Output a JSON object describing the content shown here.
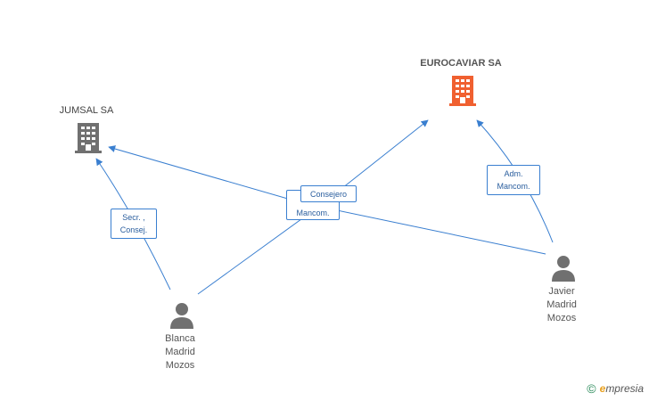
{
  "companies": [
    {
      "id": "eurocaviar",
      "name": "EUROCAVIAR SA",
      "color": "#f06030"
    },
    {
      "id": "jumsal",
      "name": "JUMSAL SA",
      "color": "#707070"
    }
  ],
  "persons": [
    {
      "id": "blanca",
      "name": "Blanca\nMadrid\nMozos",
      "color": "#707070"
    },
    {
      "id": "javier",
      "name": "Javier\nMadrid\nMozos",
      "color": "#707070"
    }
  ],
  "relations": [
    {
      "id": "blanca-jumsal",
      "label": "Secr. ,\nConsej."
    },
    {
      "id": "javier-jumsal",
      "label": "Mancom."
    },
    {
      "id": "blanca-eurocaviar",
      "label": "Consejero"
    },
    {
      "id": "javier-eurocaviar",
      "label": "Adm.\nMancom."
    }
  ],
  "style": {
    "edge_color": "#3a7fd0"
  },
  "watermark": {
    "copyright": "©",
    "brand_initial": "e",
    "brand_rest": "mpresia"
  }
}
